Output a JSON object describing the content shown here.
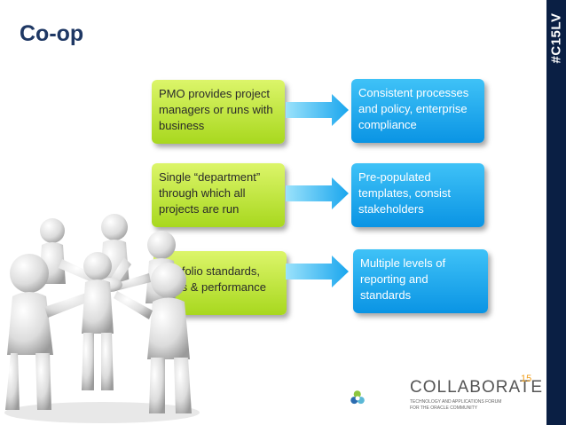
{
  "title": "Co-op",
  "hashtag": "#C15LV",
  "rows": [
    {
      "left": "PMO provides project managers or runs with business",
      "right": "Consistent processes and policy, enterprise compliance"
    },
    {
      "left": "Single “department” through which all projects are run",
      "right": "Pre-populated templates, consist stakeholders"
    },
    {
      "left": "Portfolio standards, KPI’s & performance",
      "right": "Multiple levels of reporting and standards"
    }
  ],
  "logo": {
    "name": "COLLABORATE",
    "number": "15",
    "tagline_1": "TECHNOLOGY AND APPLICATIONS FORUM",
    "tagline_2": "FOR THE ORACLE COMMUNITY"
  },
  "colors": {
    "title": "#1f3864",
    "green_box": "#b9e330",
    "blue_box": "#1aa6ee",
    "arrow": "#29b5f2",
    "sidebar": "#0a1f44"
  }
}
